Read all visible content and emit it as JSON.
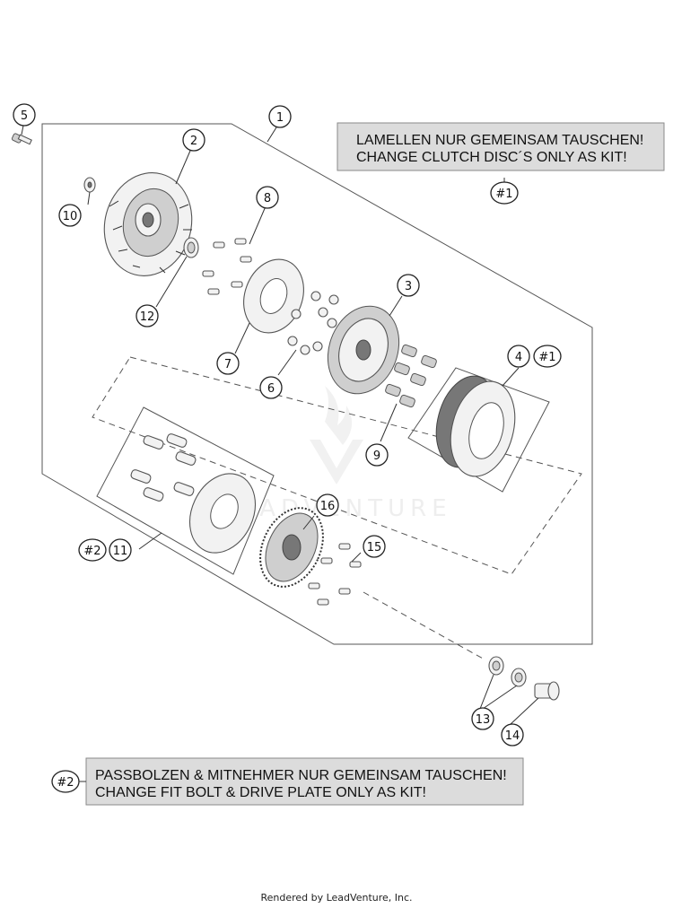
{
  "notes": {
    "kit1": {
      "line1": "LAMELLEN NUR GEMEINSAM TAUSCHEN!",
      "line2": "CHANGE CLUTCH DISC´S ONLY AS KIT!",
      "ref": "#1"
    },
    "kit2": {
      "line1": "PASSBOLZEN & MITNEHMER NUR GEMEINSAM TAUSCHEN!",
      "line2": "CHANGE FIT BOLT & DRIVE PLATE ONLY AS KIT!",
      "ref": "#2"
    }
  },
  "callouts": {
    "c1": "1",
    "c2": "2",
    "c3": "3",
    "c4": "4",
    "c4ref": "#1",
    "c5": "5",
    "c6": "6",
    "c7": "7",
    "c8": "8",
    "c9": "9",
    "c10": "10",
    "c11": "11",
    "c11ref": "#2",
    "c12": "12",
    "c13": "13",
    "c14": "14",
    "c15": "15",
    "c16": "16"
  },
  "watermark": "LEADVENTURE",
  "footer": "Rendered by LeadVenture, Inc."
}
